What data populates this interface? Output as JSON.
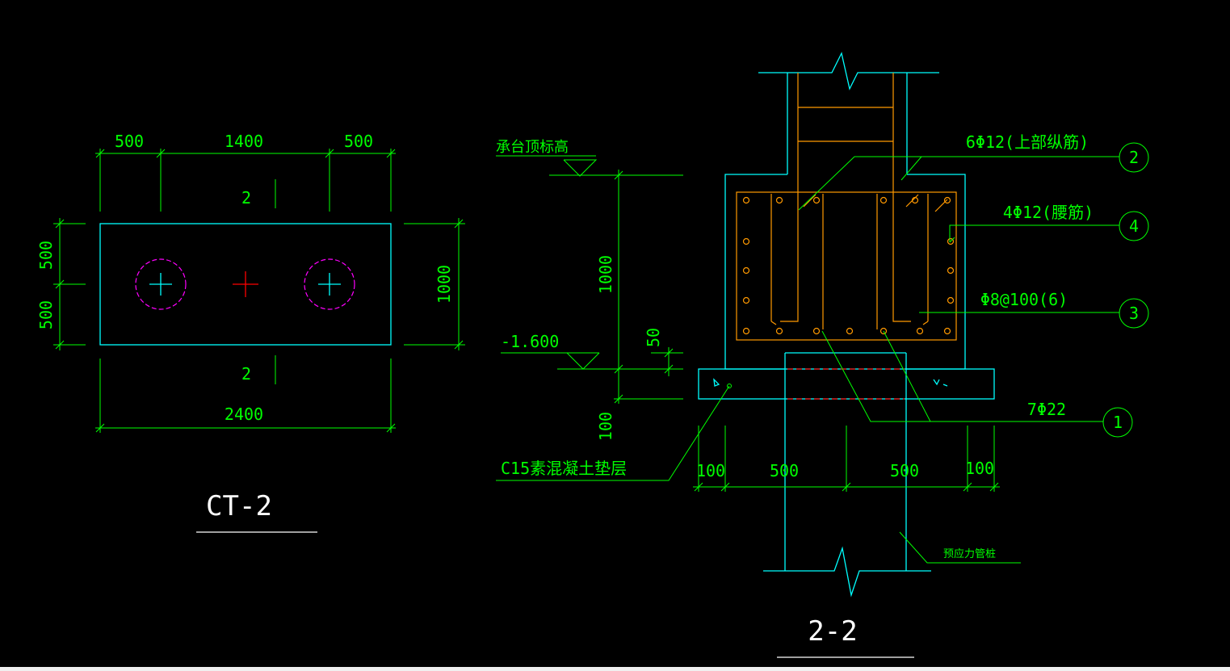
{
  "plan": {
    "top_dims": [
      "500",
      "1400",
      "500"
    ],
    "left_dims": [
      "500",
      "500"
    ],
    "right_dim": "1000",
    "bottom_dim": "2400",
    "cut_mark": "2",
    "title": "CT-2"
  },
  "section": {
    "title": "2-2",
    "elev_top_label": "承台顶标高",
    "elev_bottom_label": "-1.600",
    "dim_height": "1000",
    "dim_50": "50",
    "dim_100_vertical": "100",
    "bottom_dims": [
      "100",
      "500",
      "500",
      "100"
    ],
    "cushion_label": "C15素混凝土垫层",
    "pile_label": "预应力管桩",
    "callouts": [
      {
        "num": "2",
        "text": "6Φ12(上部纵筋)"
      },
      {
        "num": "4",
        "text": "4Φ12(腰筋)"
      },
      {
        "num": "3",
        "text": "Φ8@100(6)"
      },
      {
        "num": "1",
        "text": "7Φ22"
      }
    ]
  },
  "colors": {
    "background": "#000000",
    "dimension": "#00ff00",
    "outline": "#00ffff",
    "rebar": "#ff9900",
    "pile_circle": "#ff00ff",
    "center_mark": "#ff0000",
    "hidden_line": "#ff0000",
    "title": "#ffffff"
  }
}
